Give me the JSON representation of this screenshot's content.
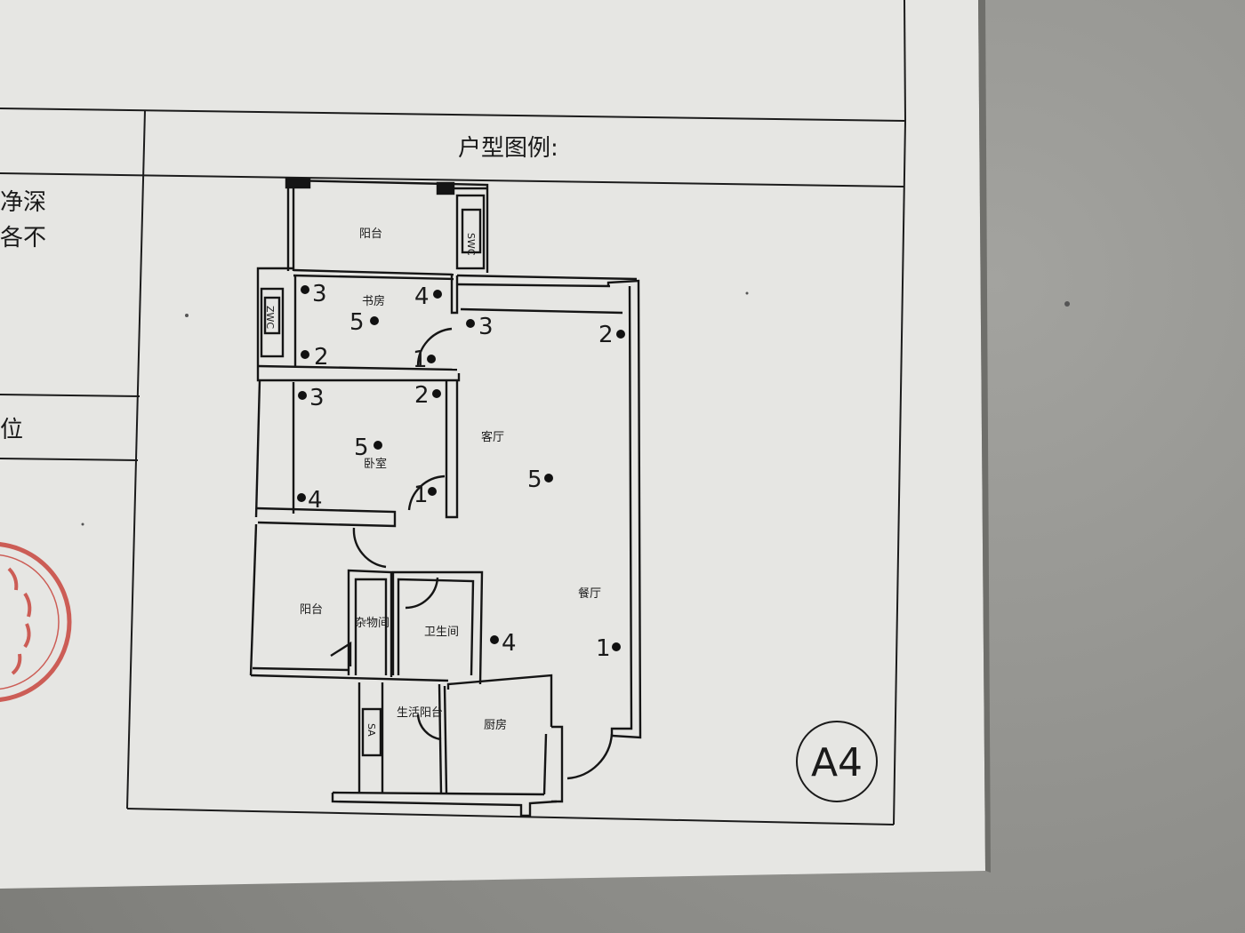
{
  "sheet": {
    "title": "户型图例:",
    "left_text_1": "净深",
    "left_text_2": "各不",
    "left_text_3": "位",
    "badge": "A4"
  },
  "rooms": {
    "balcony_top": "阳台",
    "study": "书房",
    "bedroom": "卧室",
    "living": "客厅",
    "balcony_left": "阳台",
    "storage": "杂物间",
    "bathroom": "卫生间",
    "dining": "餐厅",
    "service_balcony": "生活阳台",
    "kitchen": "厨房"
  },
  "fixtures": {
    "washer_1": "SWC",
    "washer_2": "ZWC",
    "washer_3": "SA"
  },
  "markers": {
    "study_3": "3",
    "study_4": "4",
    "study_5": "5",
    "study_2": "2",
    "study_1": "1",
    "living_3": "3",
    "living_2": "2",
    "bedroom_3": "3",
    "bedroom_2": "2",
    "bedroom_5": "5",
    "bedroom_4": "4",
    "bedroom_1": "1",
    "living_5": "5",
    "dining_4": "4",
    "dining_1": "1"
  },
  "colors": {
    "paper": "#e9e9e7",
    "ink": "#1a1a1a",
    "stamp": "#c8463e"
  }
}
